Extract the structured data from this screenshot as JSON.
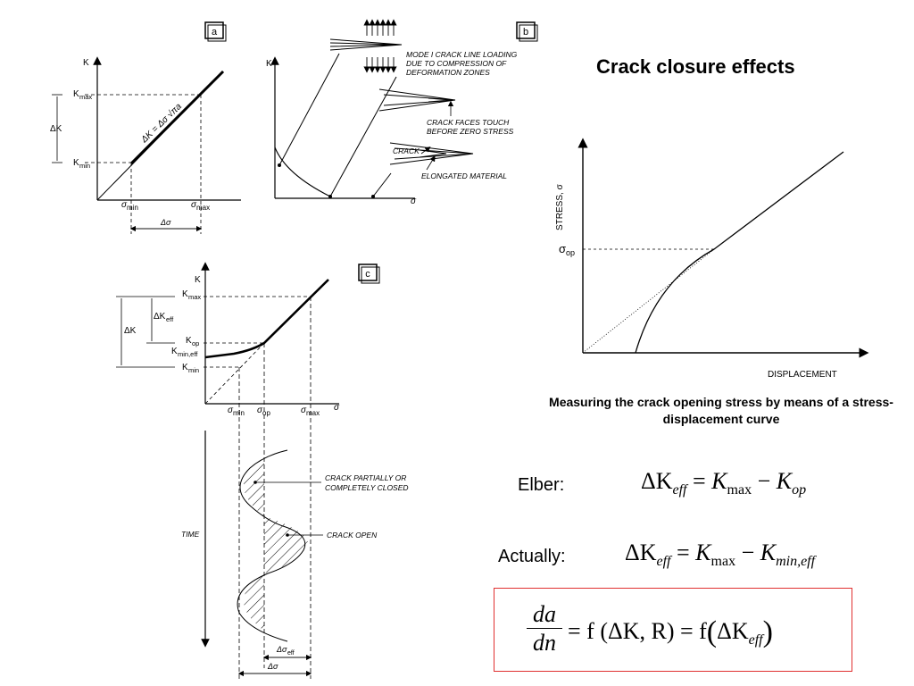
{
  "slide": {
    "title": "Crack closure effects",
    "caption": "Measuring the crack opening stress by means of a stress-displacement curve"
  },
  "panel_a": {
    "tag": "a",
    "y_axis": "K",
    "k_max": "K",
    "k_max_sub": "max",
    "k_min": "K",
    "k_min_sub": "min",
    "delta_k": "ΔK",
    "sigma_min": "σ",
    "sigma_min_sub": "min",
    "sigma_max": "σ",
    "sigma_max_sub": "max",
    "delta_sigma": "Δσ",
    "line_label": "ΔK = Δσ √πa"
  },
  "panel_b": {
    "tag": "b",
    "y_axis": "K",
    "x_axis": "σ",
    "note1": [
      "MODE I CRACK LINE LOADING",
      "DUE TO COMPRESSION OF",
      "DEFORMATION ZONES"
    ],
    "note2": [
      "CRACK FACES TOUCH",
      "BEFORE ZERO STRESS"
    ],
    "note3": "CRACK",
    "note4": "ELONGATED MATERIAL"
  },
  "panel_c": {
    "tag": "c",
    "y_axis": "K",
    "x_axis": "σ",
    "k_max": "K",
    "k_max_sub": "max",
    "k_op": "K",
    "k_op_sub": "op",
    "k_min_eff": "K",
    "k_min_eff_sub": "min,eff",
    "k_min": "K",
    "k_min_sub": "min",
    "delta_k": "ΔK",
    "delta_k_eff": "ΔK",
    "delta_k_eff_sub": "eff",
    "sigma_min": "σ",
    "sigma_min_sub": "min",
    "sigma_op": "σ",
    "sigma_op_sub": "op",
    "sigma_max": "σ",
    "sigma_max_sub": "max",
    "time": "TIME",
    "closed_note": [
      "CRACK PARTIALLY OR",
      "COMPLETELY CLOSED"
    ],
    "open_note": "CRACK OPEN",
    "delta_sigma_eff": "Δσ",
    "delta_sigma_eff_sub": "eff",
    "delta_sigma": "Δσ"
  },
  "stress_plot": {
    "y_axis": "STRESS, σ",
    "x_axis": "DISPLACEMENT",
    "sigma_op": "σ",
    "sigma_op_sub": "op"
  },
  "equations": {
    "elber_label": "Elber:",
    "elber_lhs": "ΔK",
    "elber_lhs_sub": "eff",
    "elber_eq": " = ",
    "elber_k": "K",
    "elber_k_sub": "max",
    "elber_minus": " − ",
    "elber_k2": "K",
    "elber_k2_sub": "op",
    "actually_label": "Actually:",
    "act_lhs": "ΔK",
    "act_lhs_sub": "eff",
    "act_eq": " = ",
    "act_k": "K",
    "act_k_sub": "max",
    "act_minus": " − ",
    "act_k2": "K",
    "act_k2_sub": "min,eff",
    "rate_num": "da",
    "rate_den": "dn",
    "rate_rhs1": "= f (ΔK, R) = f",
    "rate_rhs2": "ΔK",
    "rate_rhs2_sub": "eff"
  },
  "colors": {
    "box_border": "#e03030",
    "ink": "#000000"
  }
}
